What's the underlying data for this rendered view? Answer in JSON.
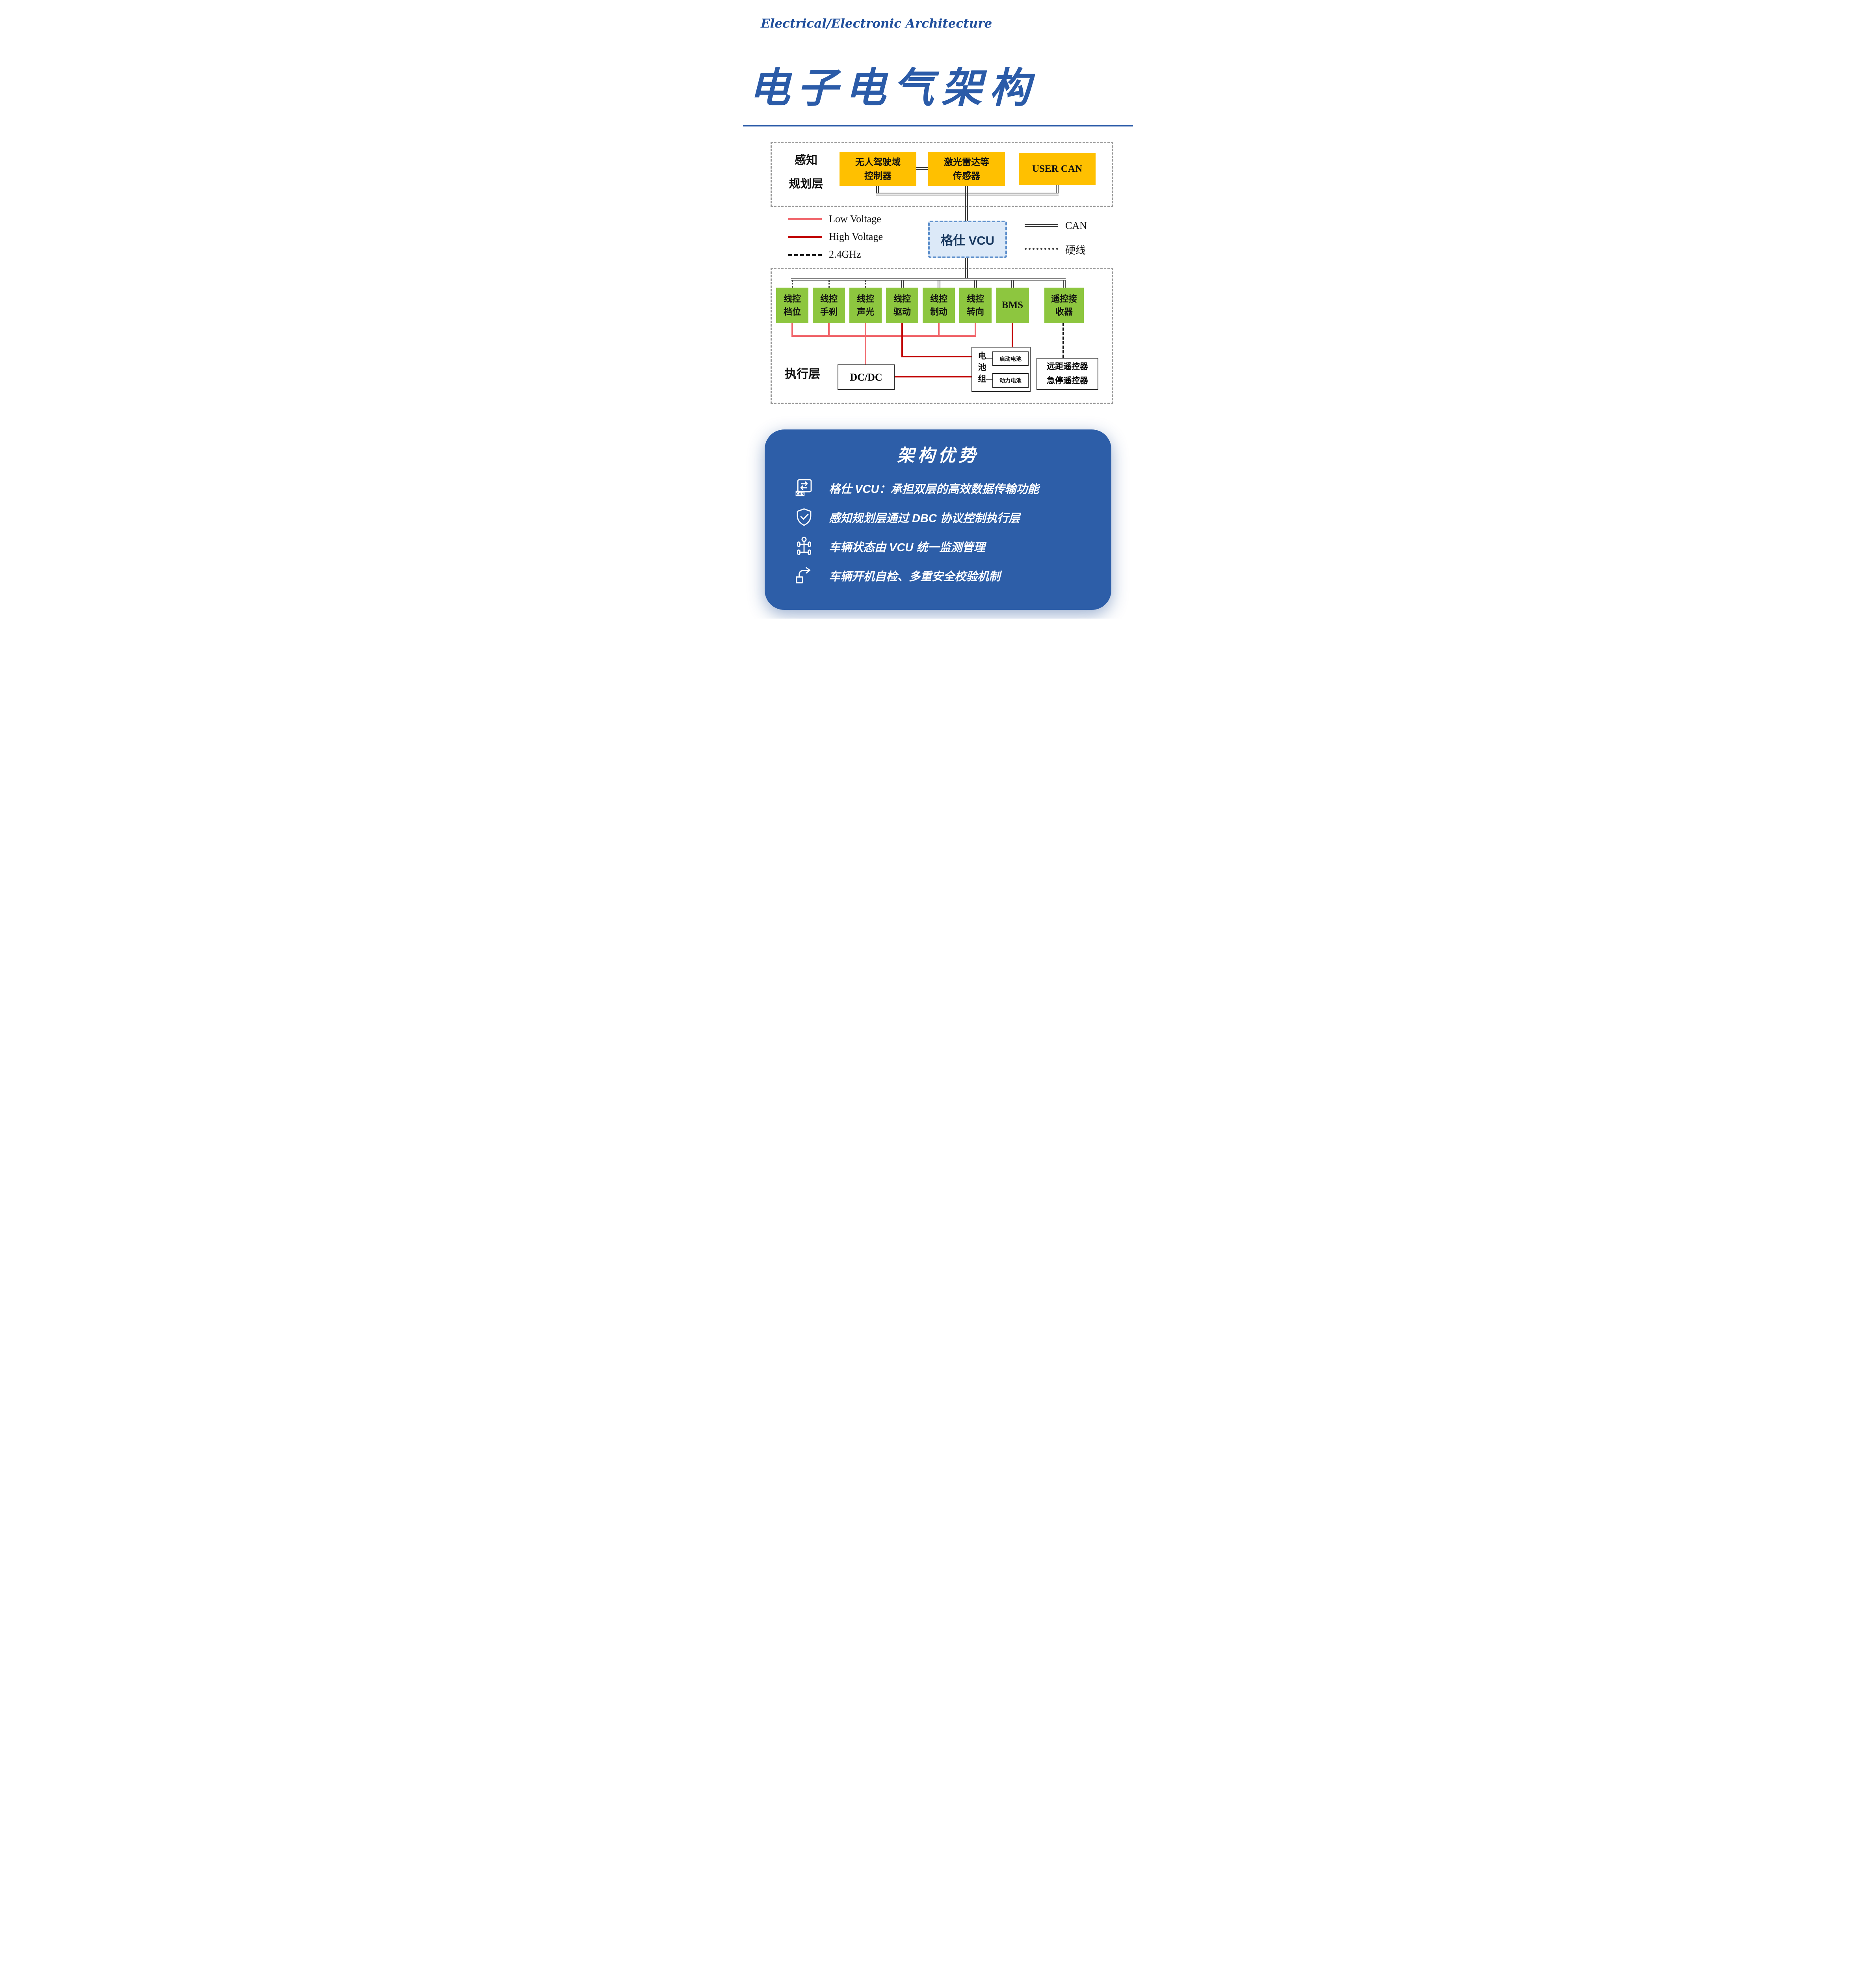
{
  "colors": {
    "title_blue": "#2B5BA8",
    "node_orange": "#FFC000",
    "node_green": "#8DC63F",
    "low_voltage_red": "#F0666B",
    "high_voltage_red": "#C00000",
    "vcu_fill": "#DCE9F8",
    "vcu_border": "#5D8FCB",
    "panel_blue": "#2D5EA8"
  },
  "header": {
    "subtitle": "Electrical/Electronic Architecture",
    "title": "电子电气架构"
  },
  "perception_layer": {
    "label_line1": "感知",
    "label_line2": "规划层",
    "nodes": [
      {
        "line1": "无人驾驶域",
        "line2": "控制器"
      },
      {
        "line1": "激光雷达等",
        "line2": "传感器"
      },
      {
        "line1": "USER CAN",
        "line2": ""
      }
    ]
  },
  "vcu": {
    "label": "格仕 VCU"
  },
  "legend": {
    "low_voltage": "Low Voltage",
    "high_voltage": "High Voltage",
    "wireless": "2.4GHz",
    "can": "CAN",
    "hard_wire": "硬线"
  },
  "execution_layer": {
    "label": "执行层",
    "nodes": [
      {
        "line1": "线控",
        "line2": "档位"
      },
      {
        "line1": "线控",
        "line2": "手刹"
      },
      {
        "line1": "线控",
        "line2": "声光"
      },
      {
        "line1": "线控",
        "line2": "驱动"
      },
      {
        "line1": "线控",
        "line2": "制动"
      },
      {
        "line1": "线控",
        "line2": "转向"
      },
      {
        "line1": "BMS",
        "line2": ""
      },
      {
        "line1": "遥控接",
        "line2": "收器"
      }
    ],
    "dcdc_label": "DC/DC",
    "battery": {
      "group_label": "电池组",
      "cells": [
        "启动电池",
        "动力电池"
      ]
    },
    "remote": {
      "line1": "远距遥控器",
      "line2": "急停遥控器"
    }
  },
  "advantages": {
    "title": "架构优势",
    "items": [
      {
        "icon": "can-bus-icon",
        "icon_label": "CAN",
        "text": "格仕 VCU：承担双层的高效数据传输功能"
      },
      {
        "icon": "shield-check-icon",
        "text": "感知规划层通过 DBC 协议控制执行层"
      },
      {
        "icon": "chassis-icon",
        "text": "车辆状态由 VCU 统一监测管理"
      },
      {
        "icon": "restart-icon",
        "text": "车辆开机自检、多重安全校验机制"
      }
    ]
  }
}
